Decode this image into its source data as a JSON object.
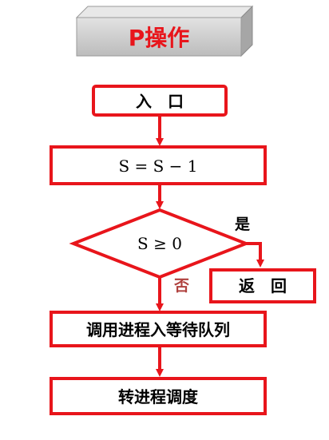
{
  "title": "P操作",
  "nodes": {
    "entry": "入　口",
    "decrement": "S = S − 1",
    "condition": "S ≥ 0",
    "return": "返　回",
    "block": "调用进程入等待队列",
    "schedule": "转进程调度"
  },
  "edges": {
    "yes_label": "是",
    "no_label": "否"
  },
  "colors": {
    "accent": "#e8151b",
    "title_text": "#e8151b",
    "no_label": "#b0413e",
    "title_face": "#d2d2d2",
    "title_top": "#e6e6e6",
    "title_side": "#a9a9a9"
  }
}
